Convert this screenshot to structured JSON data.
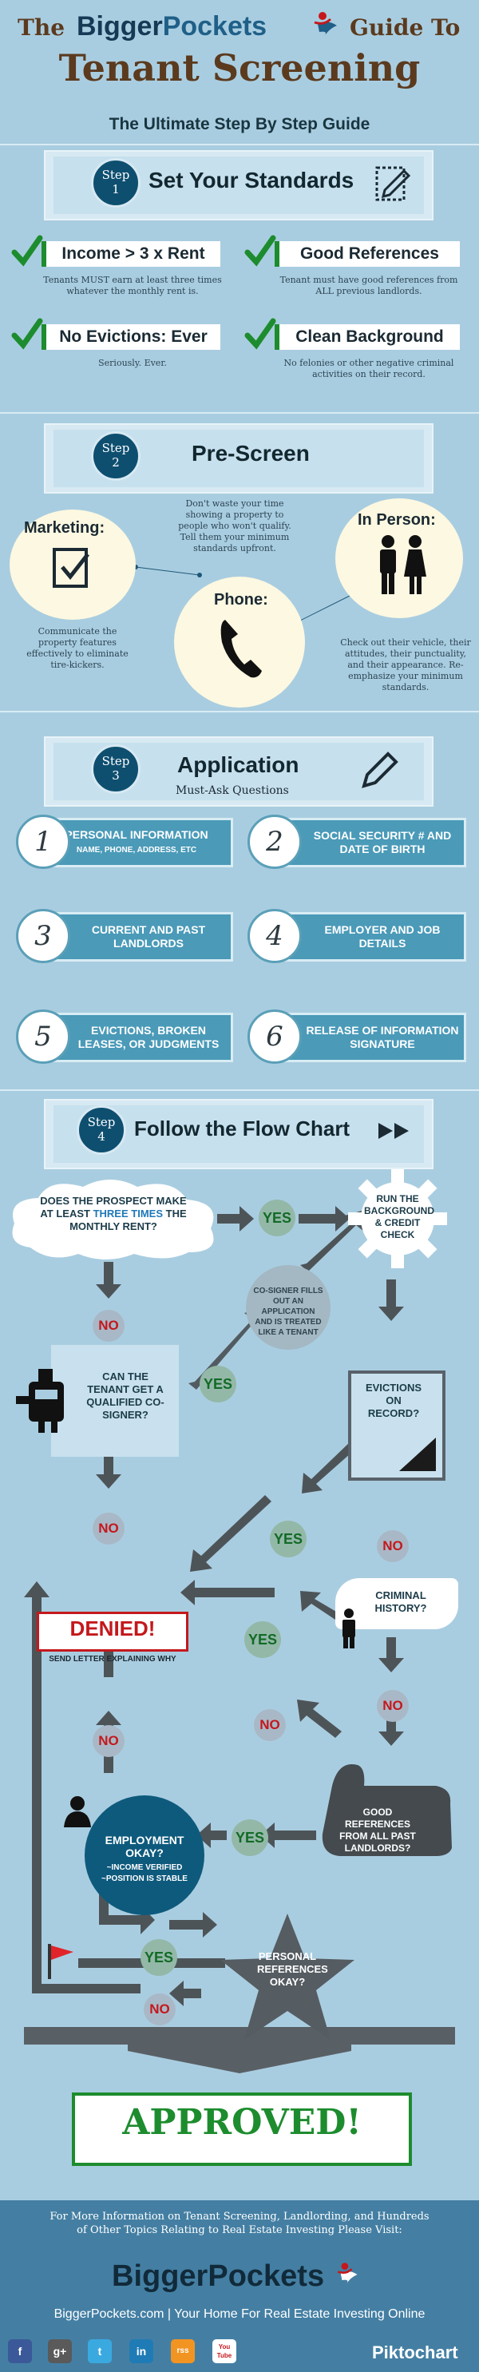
{
  "header": {
    "the": "The",
    "brand_part1": "Bigger",
    "brand_part2": "Pockets",
    "guide_to": "Guide To",
    "title": "Tenant Screening",
    "subtitle": "The Ultimate Step By Step Guide"
  },
  "step1": {
    "badge_word": "Step",
    "badge_num": "1",
    "title": "Set Your Standards",
    "items": [
      {
        "label": "Income > 3 x Rent",
        "desc": "Tenants MUST earn at least three times whatever the monthly rent is."
      },
      {
        "label": "Good References",
        "desc": "Tenant must have good references from ALL previous landlords."
      },
      {
        "label": "No Evictions: Ever",
        "desc": "Seriously. Ever."
      },
      {
        "label": "Clean Background",
        "desc": "No felonies or other negative criminal activities on their record."
      }
    ]
  },
  "step2": {
    "badge_word": "Step",
    "badge_num": "2",
    "title": "Pre-Screen",
    "marketing_label": "Marketing:",
    "marketing_desc": "Communicate the property features effectively to eliminate tire-kickers.",
    "phone_label": "Phone:",
    "phone_desc": "Don't waste your time showing a property to people who won't qualify. Tell them your minimum standards upfront.",
    "inperson_label": "In Person:",
    "inperson_desc": "Check out their vehicle, their attitudes, their punctuality, and their appearance. Re-emphasize your minimum standards."
  },
  "step3": {
    "badge_word": "Step",
    "badge_num": "3",
    "title": "Application",
    "subtitle": "Must-Ask Questions",
    "questions": [
      {
        "num": "1",
        "text": "PERSONAL INFORMATION",
        "small": "NAME, PHONE, ADDRESS, ETC"
      },
      {
        "num": "2",
        "text": "SOCIAL SECURITY # AND DATE OF BIRTH",
        "small": ""
      },
      {
        "num": "3",
        "text": "CURRENT AND PAST LANDLORDS",
        "small": ""
      },
      {
        "num": "4",
        "text": "EMPLOYER AND JOB DETAILS",
        "small": ""
      },
      {
        "num": "5",
        "text": "EVICTIONS, BROKEN LEASES, OR JUDGMENTS",
        "small": ""
      },
      {
        "num": "6",
        "text": "RELEASE OF INFORMATION SIGNATURE",
        "small": ""
      }
    ]
  },
  "step4": {
    "badge_word": "Step",
    "badge_num": "4",
    "title": "Follow the Flow Chart",
    "q_income_a": "DOES THE PROSPECT MAKE AT LEAST",
    "q_income_b": "THREE TIMES",
    "q_income_c": "THE MONTHLY RENT?",
    "run_check": "RUN THE BACKGROUND & CREDIT CHECK",
    "cosigner_q": "CAN THE TENANT GET A QUALIFIED CO-SIGNER?",
    "cosigner_note": "CO-SIGNER FILLS OUT AN APPLICATION AND IS TREATED LIKE A TENANT",
    "evictions_q": "EVICTIONS ON RECORD?",
    "criminal_q": "CRIMINAL HISTORY?",
    "denied": "DENIED!",
    "denied_note": "SEND LETTER EXPLAINING WHY",
    "references_q": "GOOD REFERENCES FROM ALL PAST LANDLORDS?",
    "employment_q": "EMPLOYMENT OKAY?",
    "employment_a": "~INCOME VERIFIED",
    "employment_b": "~POSITION IS STABLE",
    "personal_q": "PERSONAL REFERENCES OKAY?",
    "yes": "YES",
    "no": "NO",
    "approved": "APPROVED!"
  },
  "footer": {
    "info": "For More Information on Tenant Screening, Landlording, and Hundreds of Other Topics Relating to Real Estate Investing Please Visit:",
    "brand": "BiggerPockets",
    "tagline": "BiggerPockets.com | Your Home For Real Estate Investing Online",
    "powered": "Piktochart",
    "social": [
      "f",
      "g+",
      "t",
      "in",
      "rss",
      "You Tube"
    ]
  },
  "colors": {
    "background": "#a9cde0",
    "brown": "#5b3a1e",
    "navy": "#0e4f70",
    "green": "#1d8c2e",
    "red": "#c4181c",
    "footer": "#447fa3"
  }
}
